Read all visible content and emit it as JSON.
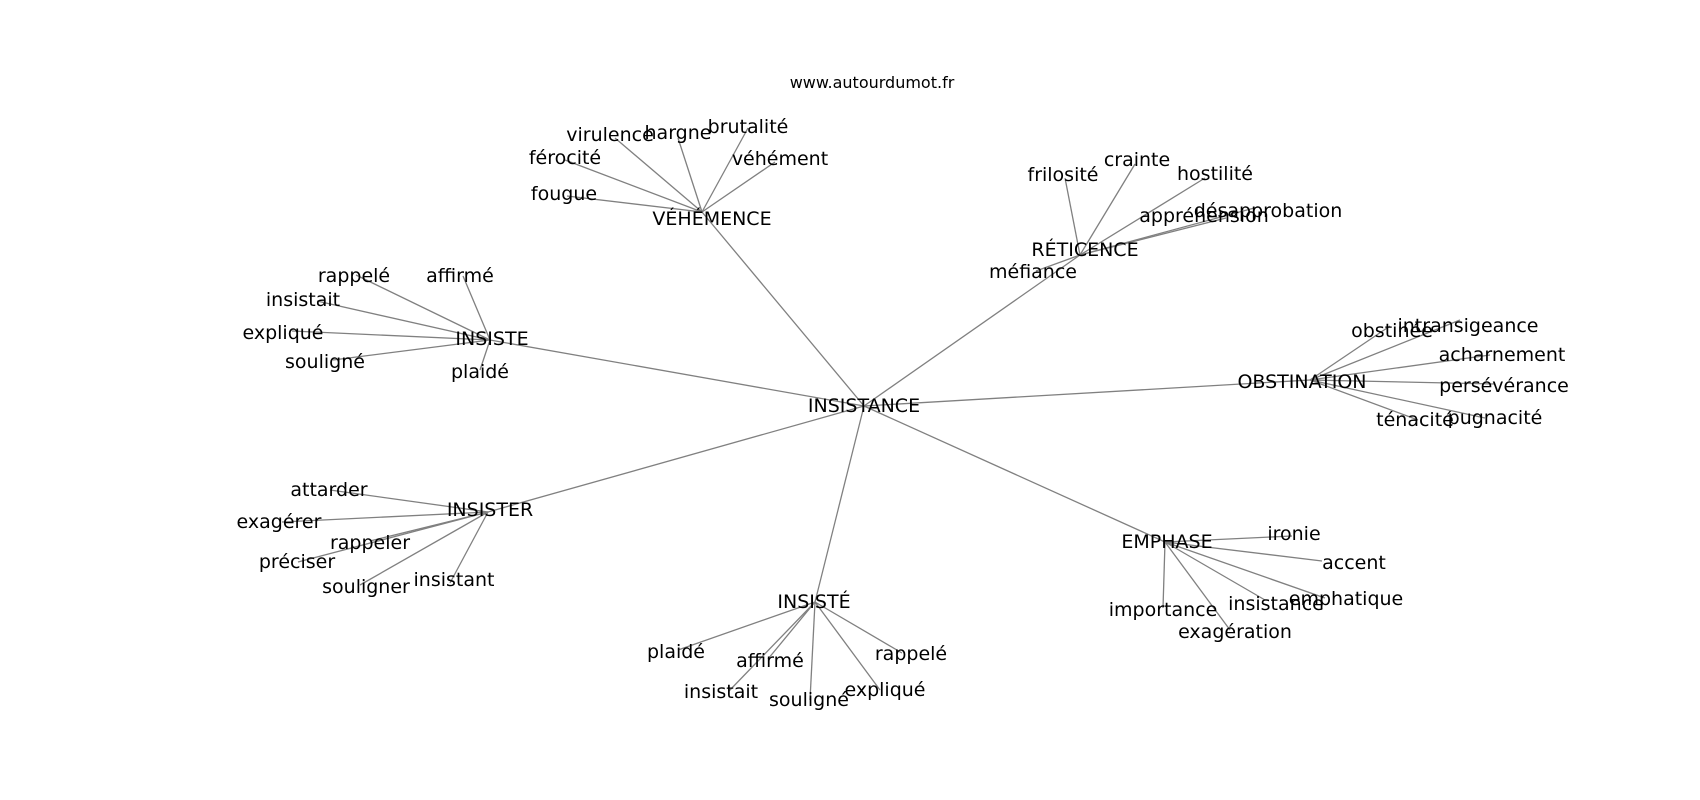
{
  "header": {
    "site": "www.autourdumot.fr"
  },
  "graph": {
    "center": "INSISTANCE",
    "groups": [
      {
        "label": "VÉHÉMENCE",
        "leaves": [
          "virulence",
          "hargne",
          "brutalité",
          "férocité",
          "véhément",
          "fougue"
        ]
      },
      {
        "label": "RÉTICENCE",
        "leaves": [
          "frilosité",
          "crainte",
          "hostilité",
          "appréhension",
          "désapprobation",
          "méfiance"
        ]
      },
      {
        "label": "INSISTE",
        "leaves": [
          "rappelé",
          "affirmé",
          "insistait",
          "expliqué",
          "souligné",
          "plaidé"
        ]
      },
      {
        "label": "OBSTINATION",
        "leaves": [
          "obstinée",
          "intransigeance",
          "acharnement",
          "persévérance",
          "ténacité",
          "pugnacité"
        ]
      },
      {
        "label": "INSISTER",
        "leaves": [
          "attarder",
          "exagérer",
          "rappeler",
          "préciser",
          "souligner",
          "insistant"
        ]
      },
      {
        "label": "EMPHASE",
        "leaves": [
          "ironie",
          "accent",
          "importance",
          "insistance",
          "emphatique",
          "exagération"
        ]
      },
      {
        "label": "INSISTÉ",
        "leaves": [
          "plaidé",
          "affirmé",
          "rappelé",
          "insistait",
          "souligné",
          "expliqué"
        ]
      }
    ]
  }
}
